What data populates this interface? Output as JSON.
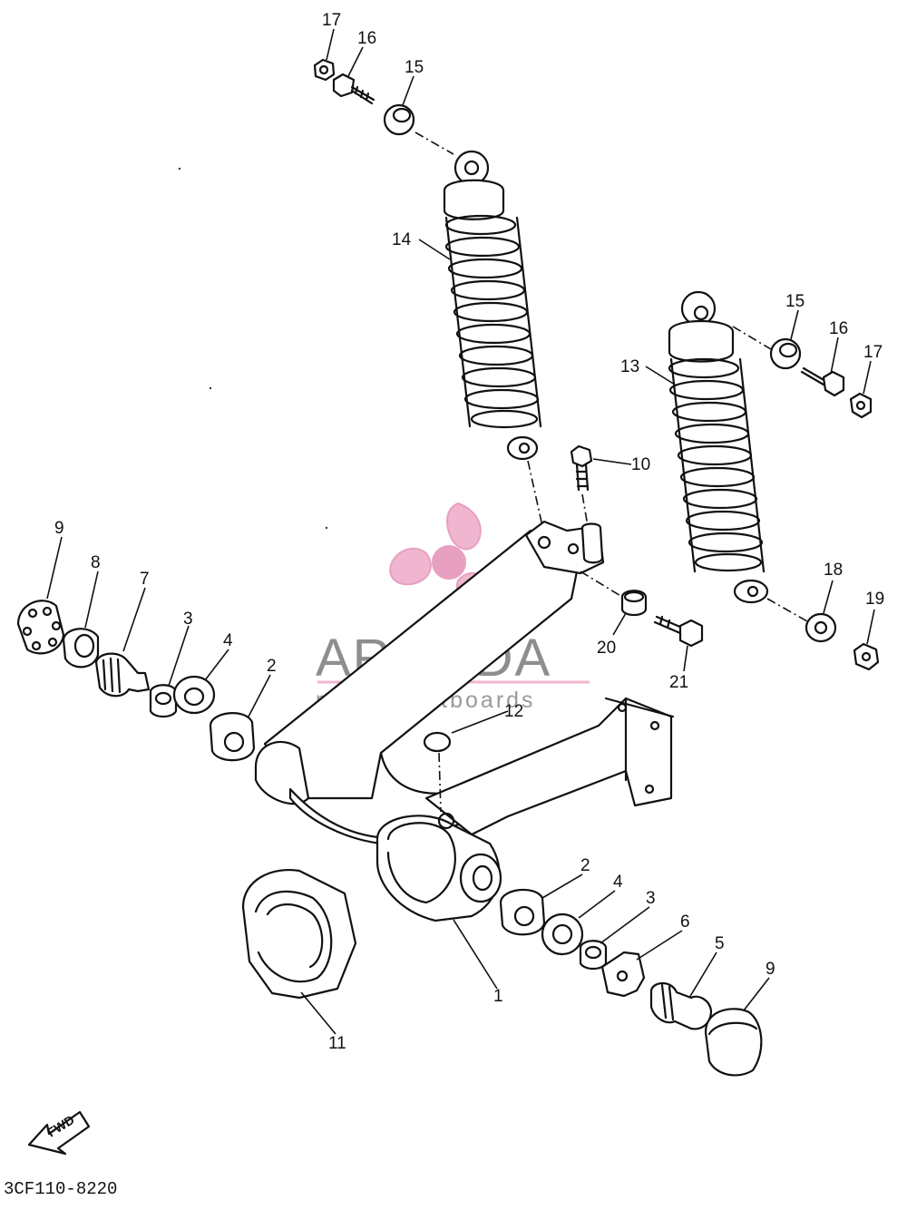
{
  "diagram": {
    "part_code": "3CF110-8220",
    "fwd_label": "FWD",
    "callouts": [
      {
        "id": "c17a",
        "text": "17"
      },
      {
        "id": "c16a",
        "text": "16"
      },
      {
        "id": "c15a",
        "text": "15"
      },
      {
        "id": "c14",
        "text": "14"
      },
      {
        "id": "c15b",
        "text": "15"
      },
      {
        "id": "c16b",
        "text": "16"
      },
      {
        "id": "c17b",
        "text": "17"
      },
      {
        "id": "c13",
        "text": "13"
      },
      {
        "id": "c10",
        "text": "10"
      },
      {
        "id": "c9a",
        "text": "9"
      },
      {
        "id": "c8",
        "text": "8"
      },
      {
        "id": "c7",
        "text": "7"
      },
      {
        "id": "c3a",
        "text": "3"
      },
      {
        "id": "c4a",
        "text": "4"
      },
      {
        "id": "c2a",
        "text": "2"
      },
      {
        "id": "c18",
        "text": "18"
      },
      {
        "id": "c19",
        "text": "19"
      },
      {
        "id": "c20",
        "text": "20"
      },
      {
        "id": "c21",
        "text": "21"
      },
      {
        "id": "c12",
        "text": "12"
      },
      {
        "id": "c2b",
        "text": "2"
      },
      {
        "id": "c4b",
        "text": "4"
      },
      {
        "id": "c3b",
        "text": "3"
      },
      {
        "id": "c6",
        "text": "6"
      },
      {
        "id": "c5",
        "text": "5"
      },
      {
        "id": "c9b",
        "text": "9"
      },
      {
        "id": "c1",
        "text": "1"
      },
      {
        "id": "c11",
        "text": "11"
      }
    ]
  },
  "watermark": {
    "brand": "ARMADA",
    "tagline": "marine outboards",
    "accent_color": "#e8a0c0"
  }
}
